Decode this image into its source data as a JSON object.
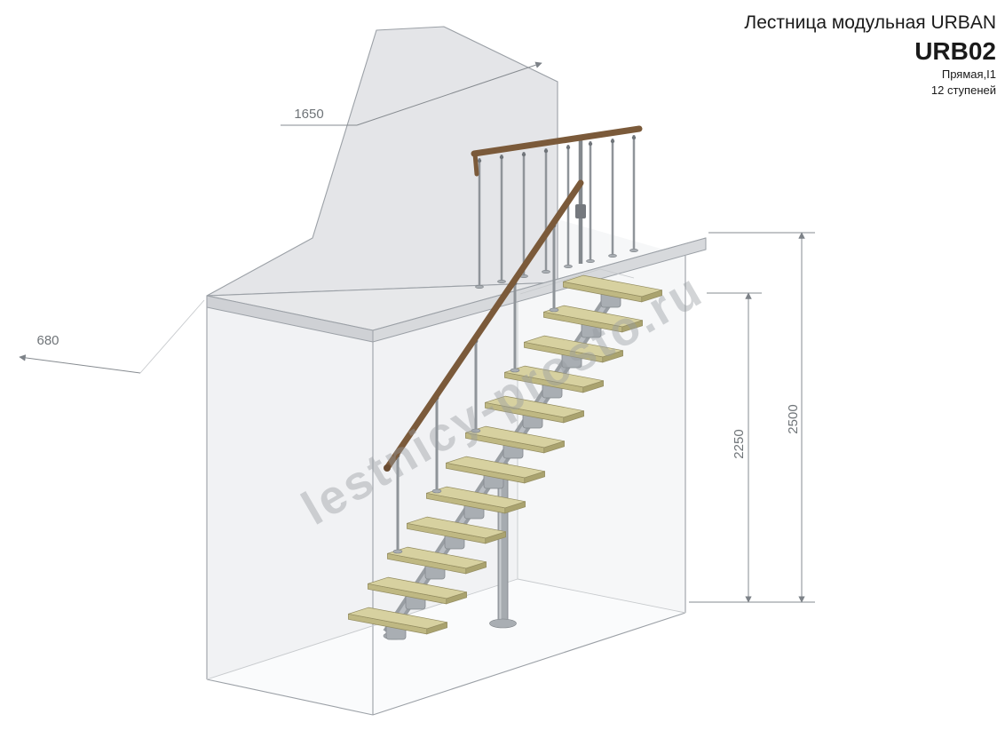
{
  "title_block": {
    "product_line": "Лестница модульная URBAN",
    "model": "URB02",
    "type_label": "Прямая,I1",
    "steps_label": "12 ступеней"
  },
  "dimensions": {
    "wall_width": "1650",
    "side_offset": "680",
    "stair_height": "2250",
    "total_height": "2500"
  },
  "watermark": {
    "text": "lestnicy-prosto.ru"
  },
  "colors": {
    "handrail": "#7b5a3a",
    "tread": "#d7d1a0",
    "metal": "#9ba0a5",
    "wall": "#e4e5e8",
    "dimension_text": "#6f7478"
  }
}
